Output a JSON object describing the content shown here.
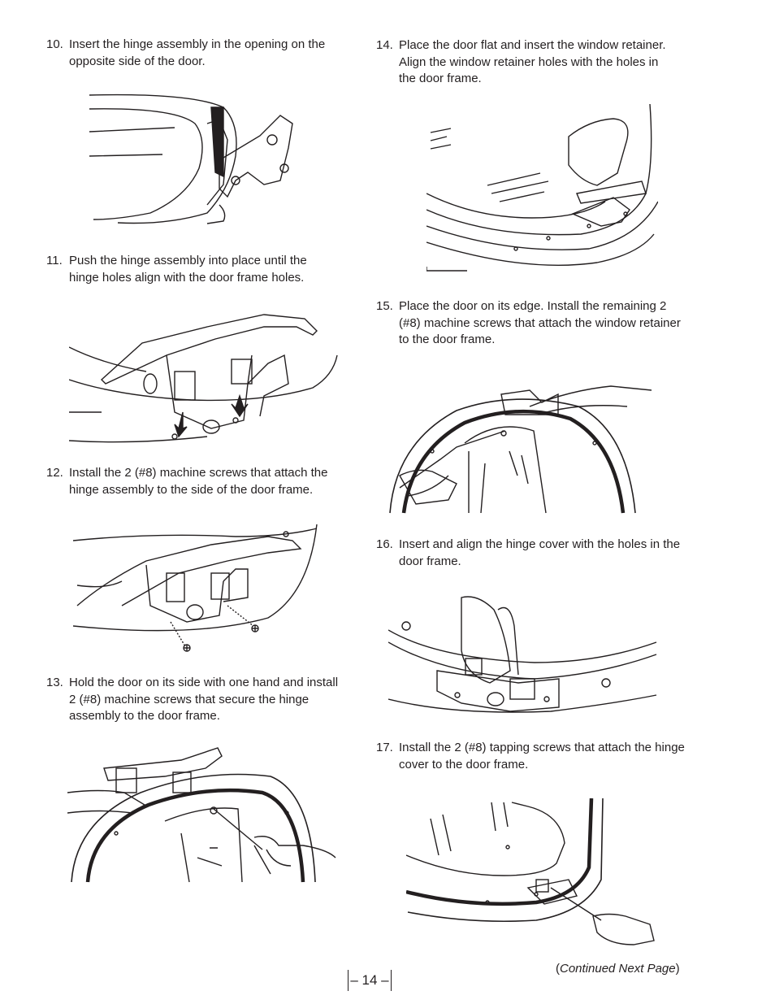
{
  "steps": [
    {
      "num": "10.",
      "text": "Insert the hinge assembly in the opening on the opposite side of the door."
    },
    {
      "num": "11.",
      "text": "Push the hinge assembly into place until the hinge holes align with the door frame holes."
    },
    {
      "num": "12.",
      "text": "Install the 2 (#8) machine screws that attach the hinge assembly to the side of the door frame."
    },
    {
      "num": "13.",
      "text": "Hold the door on its side with one hand and install 2 (#8) machine screws that secure the hinge assembly to the door frame."
    },
    {
      "num": "14.",
      "text": "Place the door flat and insert the window retainer. Align the window retainer holes with the holes in the door frame."
    },
    {
      "num": "15.",
      "text": "Place the door on its edge. Install the remaining 2 (#8) machine screws that attach the window retainer to the door frame."
    },
    {
      "num": "16.",
      "text": "Insert and align the hinge cover with the holes in the door frame."
    },
    {
      "num": "17.",
      "text": "Install the 2 (#8) tapping screws that attach the hinge cover to the door frame."
    }
  ],
  "footer": {
    "continued_open": "(",
    "continued_text": "Continued Next Page",
    "continued_close": ")",
    "page_number": "– 14 –"
  }
}
